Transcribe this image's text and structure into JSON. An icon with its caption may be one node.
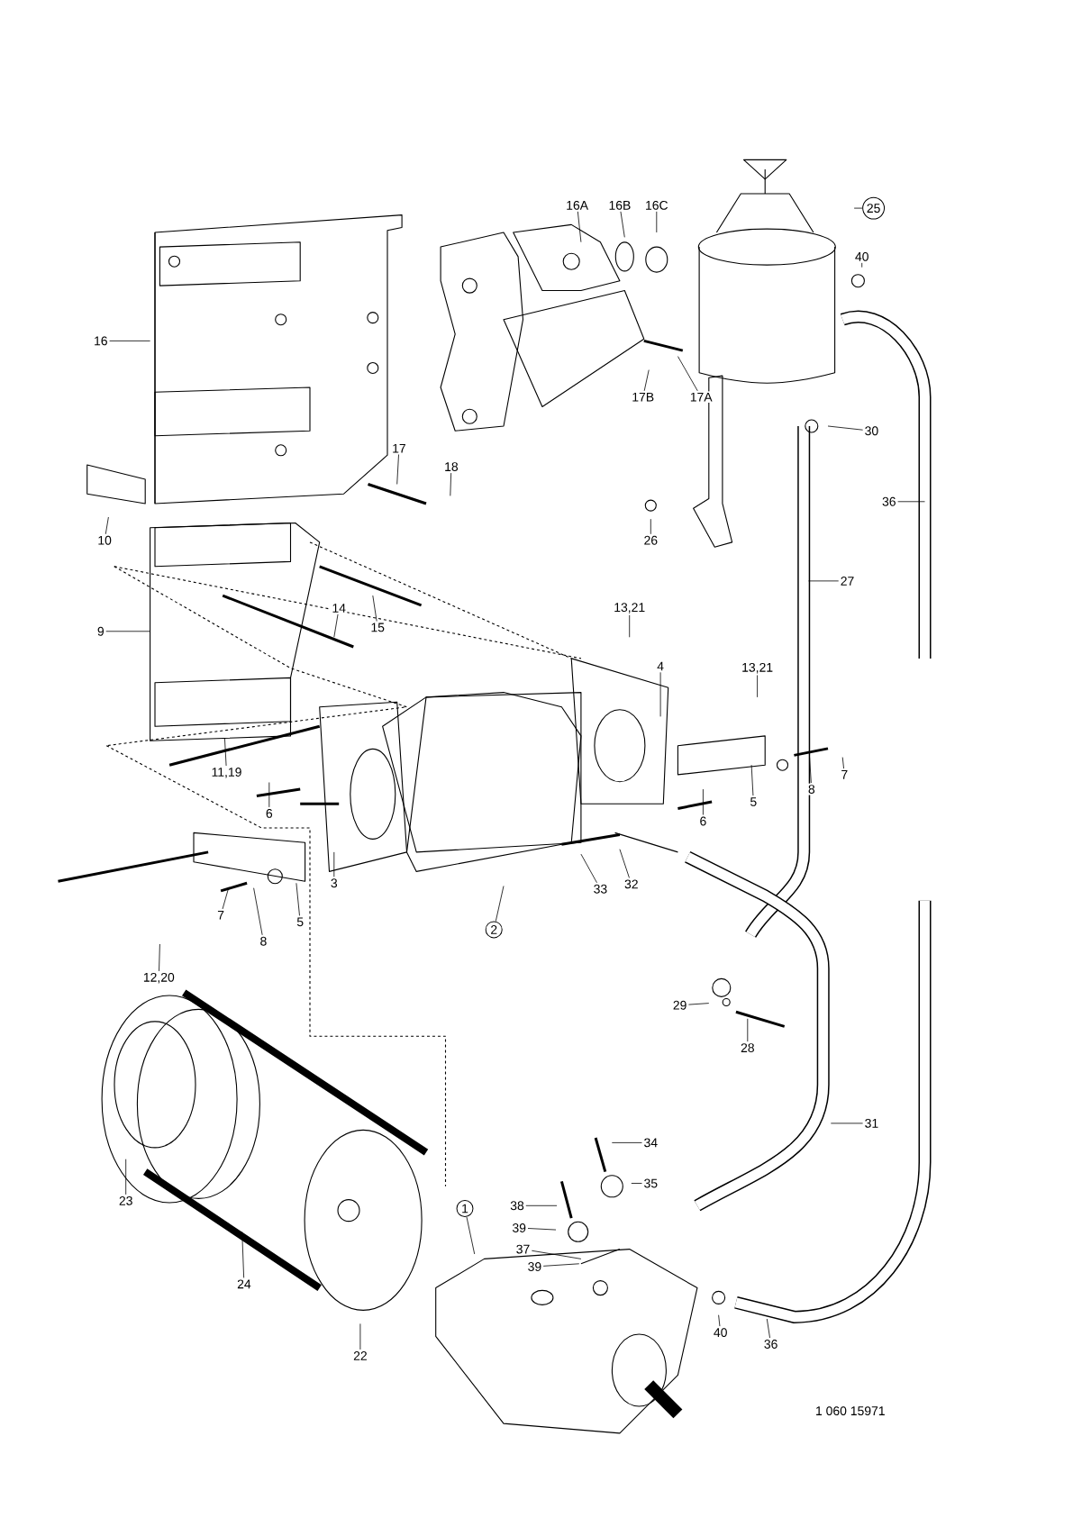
{
  "diagram": {
    "nodes": [
      {
        "text": [
          "16A"
        ]
      },
      {
        "text": [
          "16B"
        ]
      },
      {
        "text": [
          "16C"
        ]
      },
      {
        "text": [
          "25"
        ]
      },
      {
        "text": [
          "40"
        ]
      },
      {
        "text": [
          "16"
        ]
      },
      {
        "text": [
          "17B"
        ]
      },
      {
        "text": [
          "17A"
        ]
      },
      {
        "text": [
          "30"
        ]
      },
      {
        "text": [
          "17"
        ]
      },
      {
        "text": [
          "18"
        ]
      },
      {
        "text": [
          "10"
        ]
      },
      {
        "text": [
          "26"
        ]
      },
      {
        "text": [
          "36"
        ]
      },
      {
        "text": [
          "27"
        ]
      },
      {
        "text": [
          "13,21"
        ]
      },
      {
        "text": [
          "9"
        ]
      },
      {
        "text": [
          "14"
        ]
      },
      {
        "text": [
          "15"
        ]
      },
      {
        "text": [
          "4"
        ]
      },
      {
        "text": [
          "13,21"
        ]
      },
      {
        "text": [
          "11,19"
        ]
      },
      {
        "text": [
          "6"
        ]
      },
      {
        "text": [
          "5"
        ]
      },
      {
        "text": [
          "8"
        ]
      },
      {
        "text": [
          "7"
        ]
      },
      {
        "text": [
          "6"
        ]
      },
      {
        "text": [
          "3"
        ]
      },
      {
        "text": [
          "33"
        ]
      },
      {
        "text": [
          "32"
        ]
      },
      {
        "text": [
          "2"
        ]
      },
      {
        "text": [
          "12,20"
        ]
      },
      {
        "text": [
          "7"
        ]
      },
      {
        "text": [
          "8"
        ]
      },
      {
        "text": [
          "5"
        ]
      },
      {
        "text": [
          "29"
        ]
      },
      {
        "text": [
          "28"
        ]
      },
      {
        "text": [
          "31"
        ]
      },
      {
        "text": [
          "34"
        ]
      },
      {
        "text": [
          "35"
        ]
      },
      {
        "text": [
          "23"
        ]
      },
      {
        "text": [
          "38"
        ]
      },
      {
        "text": [
          "39"
        ]
      },
      {
        "text": [
          "37"
        ]
      },
      {
        "text": [
          "39"
        ]
      },
      {
        "text": [
          "1"
        ]
      },
      {
        "text": [
          "24"
        ]
      },
      {
        "text": [
          "40"
        ]
      },
      {
        "text": [
          "36"
        ]
      },
      {
        "text": [
          "22"
        ]
      }
    ],
    "edges": [
      {
        "from": 0,
        "to": null,
        "arrow": "none"
      },
      {
        "from": 1,
        "to": null,
        "arrow": "none"
      },
      {
        "from": 2,
        "to": null,
        "arrow": "none"
      },
      {
        "from": 3,
        "to": null,
        "arrow": "none"
      },
      {
        "from": 4,
        "to": null,
        "arrow": "none"
      },
      {
        "from": 5,
        "to": null,
        "arrow": "none"
      },
      {
        "from": 6,
        "to": null,
        "arrow": "none"
      },
      {
        "from": 7,
        "to": null,
        "arrow": "none"
      },
      {
        "from": 8,
        "to": null,
        "arrow": "none"
      },
      {
        "from": 9,
        "to": null,
        "arrow": "none"
      },
      {
        "from": 10,
        "to": null,
        "arrow": "none"
      },
      {
        "from": 11,
        "to": null,
        "arrow": "none"
      },
      {
        "from": 12,
        "to": null,
        "arrow": "none"
      },
      {
        "from": 13,
        "to": null,
        "arrow": "none"
      },
      {
        "from": 14,
        "to": null,
        "arrow": "none"
      },
      {
        "from": 15,
        "to": null,
        "arrow": "none"
      },
      {
        "from": 16,
        "to": null,
        "arrow": "none"
      },
      {
        "from": 17,
        "to": null,
        "arrow": "none"
      },
      {
        "from": 18,
        "to": null,
        "arrow": "none"
      },
      {
        "from": 19,
        "to": null,
        "arrow": "none"
      },
      {
        "from": 20,
        "to": null,
        "arrow": "none"
      },
      {
        "from": 21,
        "to": null,
        "arrow": "none"
      },
      {
        "from": 22,
        "to": null,
        "arrow": "none"
      },
      {
        "from": 23,
        "to": null,
        "arrow": "none"
      },
      {
        "from": 24,
        "to": null,
        "arrow": "none"
      },
      {
        "from": 25,
        "to": null,
        "arrow": "none"
      },
      {
        "from": 26,
        "to": null,
        "arrow": "none"
      },
      {
        "from": 27,
        "to": null,
        "arrow": "none"
      },
      {
        "from": 28,
        "to": null,
        "arrow": "none"
      },
      {
        "from": 29,
        "to": null,
        "arrow": "none"
      },
      {
        "from": 30,
        "to": null,
        "arrow": "none"
      },
      {
        "from": 31,
        "to": null,
        "arrow": "none"
      },
      {
        "from": 32,
        "to": null,
        "arrow": "none"
      },
      {
        "from": 33,
        "to": null,
        "arrow": "none"
      },
      {
        "from": 34,
        "to": null,
        "arrow": "none"
      },
      {
        "from": 35,
        "to": null,
        "arrow": "none"
      },
      {
        "from": 36,
        "to": null,
        "arrow": "none"
      },
      {
        "from": 37,
        "to": null,
        "arrow": "none"
      },
      {
        "from": 38,
        "to": null,
        "arrow": "none"
      },
      {
        "from": 39,
        "to": null,
        "arrow": "none"
      },
      {
        "from": 40,
        "to": null,
        "arrow": "none"
      },
      {
        "from": 41,
        "to": null,
        "arrow": "none"
      },
      {
        "from": 42,
        "to": null,
        "arrow": "none"
      },
      {
        "from": 43,
        "to": null,
        "arrow": "none"
      },
      {
        "from": 44,
        "to": null,
        "arrow": "none"
      },
      {
        "from": 45,
        "to": null,
        "arrow": "none"
      },
      {
        "from": 46,
        "to": null,
        "arrow": "none"
      },
      {
        "from": 47,
        "to": null,
        "arrow": "none"
      },
      {
        "from": 48,
        "to": null,
        "arrow": "none"
      },
      {
        "from": 49,
        "to": null,
        "arrow": "none"
      }
    ],
    "labels": [
      "1 060 15971"
    ]
  }
}
